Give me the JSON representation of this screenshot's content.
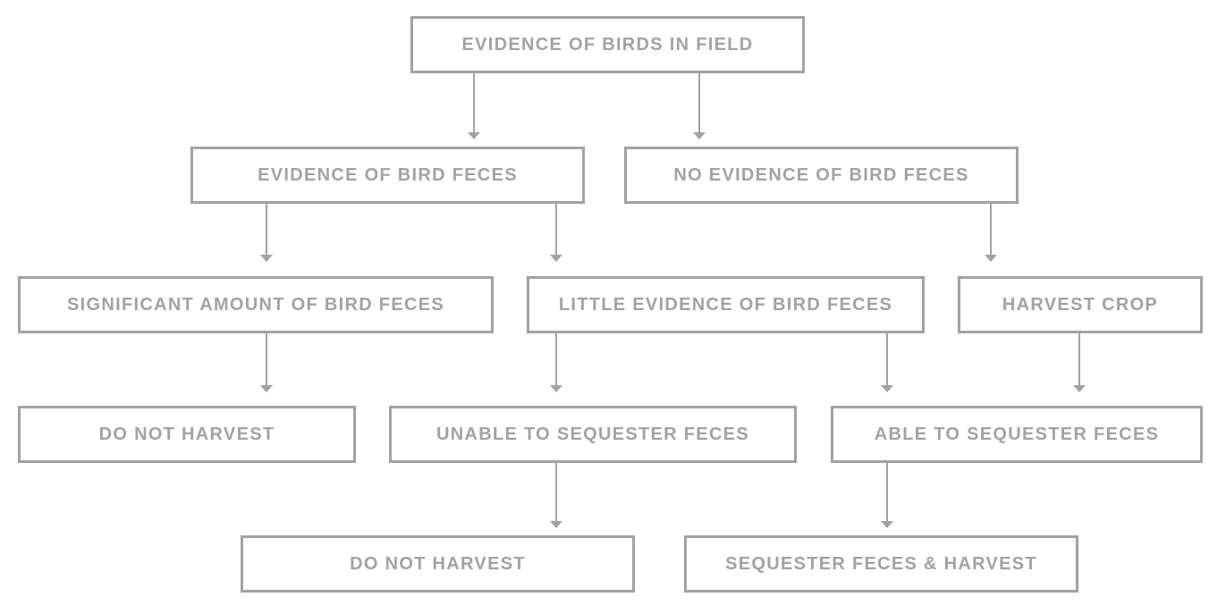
{
  "colors": {
    "stroke": "#a2a2a2",
    "text": "#a2a2a2",
    "background": "#ffffff"
  },
  "nodes": {
    "root": "EVIDENCE OF BIRDS IN FIELD",
    "feces_evidence": "EVIDENCE OF BIRD FECES",
    "no_feces_evidence": "NO EVIDENCE OF BIRD FECES",
    "significant_feces": "SIGNIFICANT AMOUNT OF BIRD FECES",
    "little_feces": "LITTLE EVIDENCE OF BIRD FECES",
    "harvest_crop": "HARVEST CROP",
    "do_not_harvest_1": "DO NOT HARVEST",
    "unable_sequester": "UNABLE TO SEQUESTER FECES",
    "able_sequester": "ABLE TO SEQUESTER FECES",
    "do_not_harvest_2": "DO NOT HARVEST",
    "sequester_harvest": "SEQUESTER FECES & HARVEST"
  },
  "edges": [
    {
      "from": "root",
      "to": "feces_evidence"
    },
    {
      "from": "root",
      "to": "no_feces_evidence"
    },
    {
      "from": "feces_evidence",
      "to": "significant_feces"
    },
    {
      "from": "feces_evidence",
      "to": "little_feces"
    },
    {
      "from": "no_feces_evidence",
      "to": "harvest_crop"
    },
    {
      "from": "significant_feces",
      "to": "do_not_harvest_1"
    },
    {
      "from": "little_feces",
      "to": "unable_sequester"
    },
    {
      "from": "little_feces",
      "to": "able_sequester"
    },
    {
      "from": "harvest_crop",
      "to": "able_sequester"
    },
    {
      "from": "unable_sequester",
      "to": "do_not_harvest_2"
    },
    {
      "from": "able_sequester",
      "to": "sequester_harvest"
    }
  ]
}
